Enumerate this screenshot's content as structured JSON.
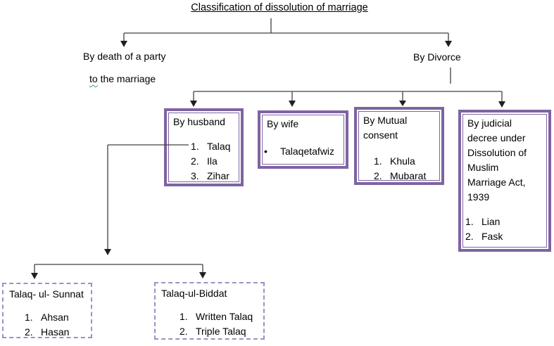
{
  "title": "Classification of dissolution of marriage",
  "branches": {
    "death": {
      "line1": "By death of a party",
      "line2_word": "to",
      "line2_rest": " the marriage"
    },
    "divorce": {
      "label": "By Divorce"
    }
  },
  "divorce_boxes": [
    {
      "heading": "By husband",
      "items": [
        {
          "marker": "1.",
          "text": "Talaq"
        },
        {
          "marker": "2.",
          "text": "Ila"
        },
        {
          "marker": "3.",
          "text": "Zihar"
        }
      ]
    },
    {
      "heading": "By wife",
      "items": [
        {
          "marker": "•",
          "text": "Talaqetafwiz"
        }
      ]
    },
    {
      "heading": "By Mutual consent",
      "items": [
        {
          "marker": "1.",
          "text": "Khula"
        },
        {
          "marker": "2.",
          "text": "Mubarat"
        }
      ]
    },
    {
      "heading": "By judicial decree under Dissolution of Muslim Marriage Act, 1939",
      "items": [
        {
          "marker": "1.",
          "text": "Lian"
        },
        {
          "marker": "2.",
          "text": "Fask"
        }
      ]
    }
  ],
  "talaq_boxes": [
    {
      "heading": "Talaq- ul- Sunnat",
      "items": [
        {
          "marker": "1.",
          "text": "Ahsan"
        },
        {
          "marker": "2.",
          "text": "Hasan"
        }
      ]
    },
    {
      "heading": "Talaq-ul-Biddat",
      "items": [
        {
          "marker": "1.",
          "text": "Written Talaq"
        },
        {
          "marker": "2.",
          "text": "Triple Talaq"
        }
      ]
    }
  ],
  "colors": {
    "solid_box_border": "#7e64a2",
    "dashed_box_border": "#a18fc5",
    "connector_line": "#404040",
    "arrowhead": "#1f1f1f",
    "text": "#000000",
    "spellcheck_underline": "#3aa557",
    "background": "#ffffff"
  }
}
